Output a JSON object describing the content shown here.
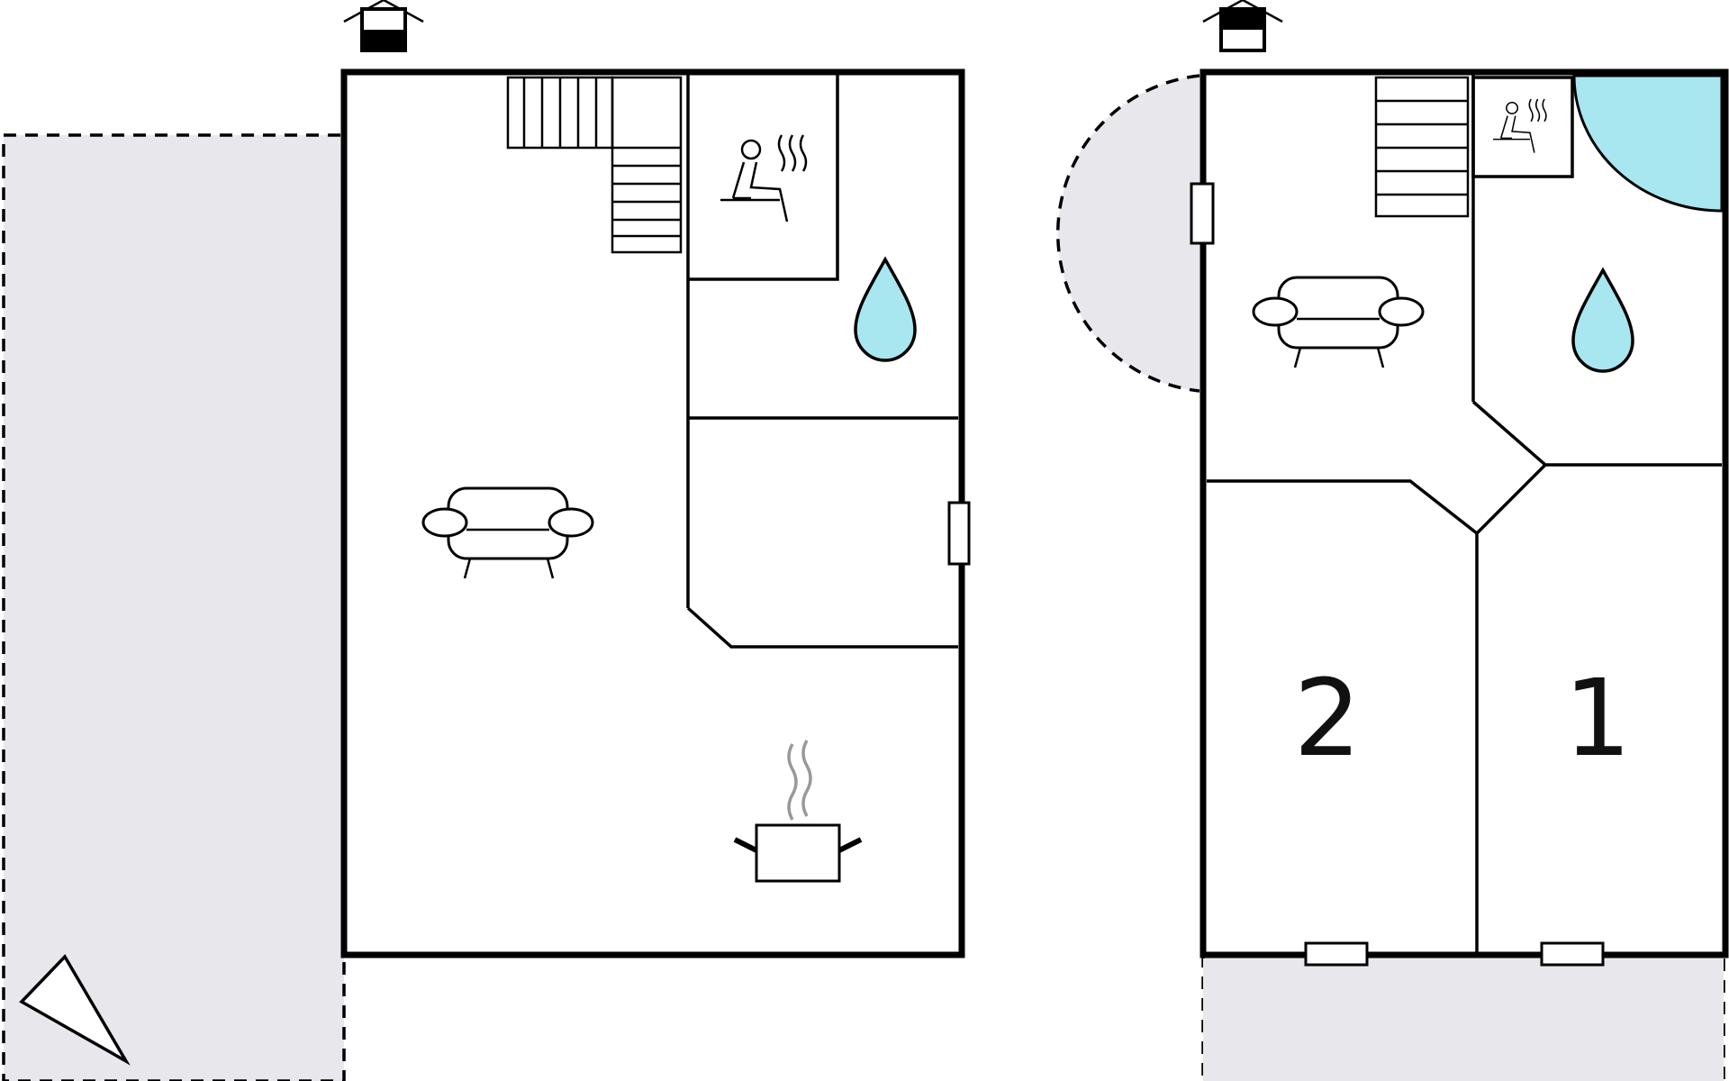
{
  "colors": {
    "background": "#ffffff",
    "terrace": "#e7e7ec",
    "water": "#a8e6f0",
    "wall": "#000000",
    "steam": "#999999"
  },
  "floors": [
    {
      "name": "ground-floor",
      "icons": [
        "entrance-icon",
        "stairs-icon",
        "sauna-icon",
        "bathroom-icon",
        "living-room-icon",
        "window-icon",
        "kitchen-icon",
        "north-arrow-icon"
      ]
    },
    {
      "name": "upper-floor",
      "icons": [
        "entrance-icon",
        "stairs-icon",
        "sauna-icon",
        "shower-icon",
        "bathroom-icon",
        "living-room-icon",
        "window-icon"
      ],
      "rooms": [
        {
          "number": "2"
        },
        {
          "number": "1"
        }
      ]
    }
  ]
}
